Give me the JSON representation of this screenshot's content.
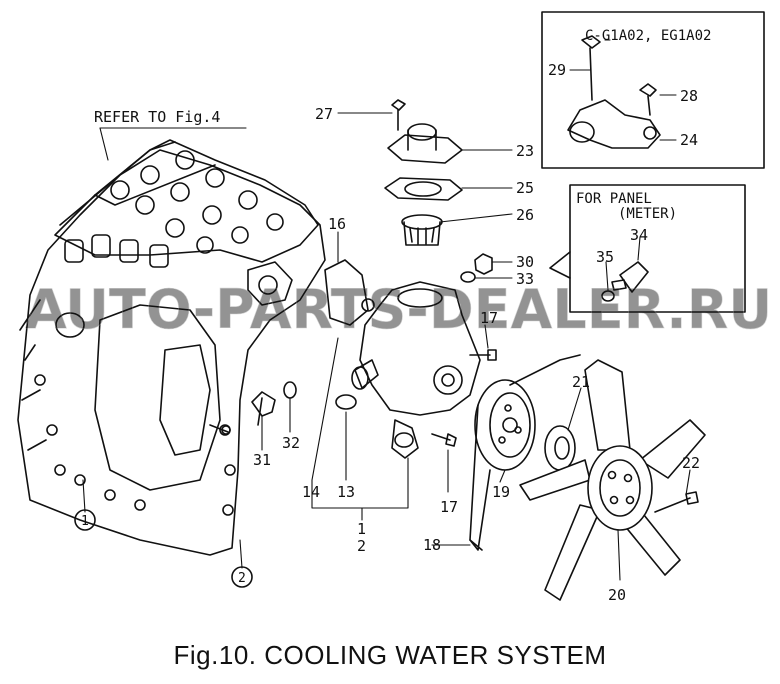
{
  "figure": {
    "caption": "Fig.10.  COOLING WATER SYSTEM",
    "refer_note": "REFER TO Fig.4",
    "watermark": "AUTO-PARTS-DEALER.RU"
  },
  "inset_top": {
    "title": "C-G1A02, EG1A02",
    "labels": {
      "p29": "29",
      "p28": "28",
      "p24": "24"
    }
  },
  "inset_panel": {
    "title_line1": "FOR PANEL",
    "title_line2": "(METER)",
    "labels": {
      "p34": "34",
      "p35": "35"
    }
  },
  "callouts": {
    "c27": "27",
    "c23": "23",
    "c25": "25",
    "c26": "26",
    "c30": "30",
    "c33": "33",
    "c16": "16",
    "c17a": "17",
    "c17b": "17",
    "c21": "21",
    "c22": "22",
    "c19": "19",
    "c20": "20",
    "c18": "18",
    "c14": "14",
    "c13": "13",
    "c31": "31",
    "c32": "32",
    "c1": "1",
    "c2": "2",
    "c1pair": "1",
    "c2pair": "2"
  }
}
